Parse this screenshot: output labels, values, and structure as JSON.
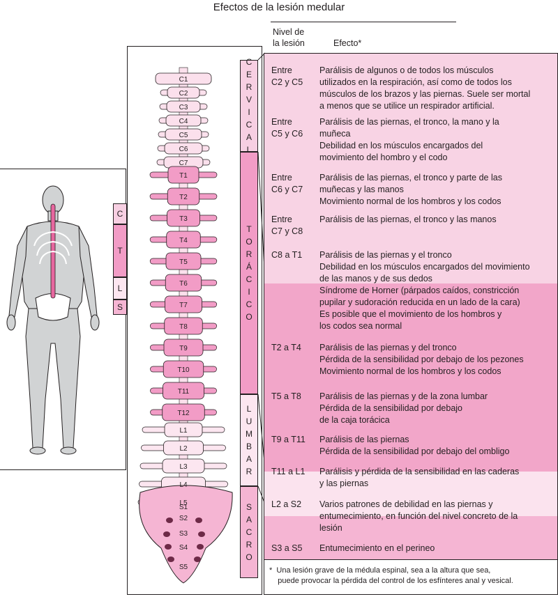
{
  "title": "Efectos de la lesión medular",
  "header": {
    "level": "Nivel de\nla lesión",
    "effect": "Efecto*"
  },
  "colors": {
    "cervical": "#f7cfe2",
    "thoracic": "#f29cc6",
    "lumbar": "#fce6f0",
    "sacral": "#f5b5d3",
    "band_light": "#f8d3e4",
    "band_dark": "#f2a6c9",
    "band_pale": "#fbe3ee",
    "outline": "#231f20"
  },
  "regions": [
    {
      "id": "cervical",
      "letters": [
        "C",
        "E",
        "R",
        "V",
        "I",
        "C",
        "A",
        "L"
      ]
    },
    {
      "id": "thoracic",
      "letters": [
        "T",
        "O",
        "R",
        "Á",
        "C",
        "I",
        "C",
        "O"
      ]
    },
    {
      "id": "lumbar",
      "letters": [
        "L",
        "U",
        "M",
        "B",
        "A",
        "R"
      ]
    },
    {
      "id": "sacral",
      "letters": [
        "S",
        "A",
        "C",
        "R",
        "O"
      ]
    }
  ],
  "small_regions": [
    "C",
    "T",
    "L",
    "S"
  ],
  "vertebra_labels": [
    "C1",
    "C2",
    "C3",
    "C4",
    "C5",
    "C6",
    "C7",
    "T1",
    "T2",
    "T3",
    "T4",
    "T5",
    "T6",
    "T7",
    "T8",
    "T9",
    "T10",
    "T11",
    "T12",
    "L1",
    "L2",
    "L3",
    "L4",
    "L5",
    "S1",
    "S2",
    "S3",
    "S4",
    "S5"
  ],
  "rows": [
    {
      "level": [
        "Entre",
        "C2 y C5"
      ],
      "effect": [
        "Parálisis de algunos o de todos los músculos",
        "utilizados en la respiración, así como de todos los",
        "músculos de los brazos y las piernas. Suele ser mortal",
        "a menos que se utilice un respirador artificial."
      ]
    },
    {
      "level": [
        "Entre",
        "C5 y C6"
      ],
      "effect": [
        "Parálisis de las piernas, el tronco, la mano y la",
        "muñeca",
        "Debilidad en los músculos encargados del",
        "movimiento del hombro y el codo"
      ]
    },
    {
      "level": [
        "Entre",
        "C6 y C7"
      ],
      "effect": [
        "Parálisis de las piernas, el tronco y parte de las",
        "muñecas y las manos",
        "Movimiento normal de los hombros y los codos"
      ]
    },
    {
      "level": [
        "Entre",
        "C7 y C8"
      ],
      "effect": [
        "Parálisis de las piernas, el tronco y las manos"
      ]
    },
    {
      "level": [
        "C8 a T1"
      ],
      "effect": [
        "Parálisis de las piernas y el tronco",
        "Debilidad en los músculos encargados del movimiento",
        "de las manos y de sus dedos",
        "Síndrome de Horner (párpados caídos, constricción",
        "pupilar y sudoración reducida en un lado de la cara)",
        "Es posible que el movimiento de los hombros y",
        "los codos sea normal"
      ]
    },
    {
      "level": [
        "T2 a T4"
      ],
      "effect": [
        "Parálisis de las piernas y del tronco",
        "Pérdida de la sensibilidad por debajo de los pezones",
        "Movimiento normal de los hombros y los codos"
      ]
    },
    {
      "level": [
        "T5 a T8"
      ],
      "effect": [
        "Parálisis de las piernas y de la zona lumbar",
        "Pérdida de la sensibilidad por debajo",
        "de la caja torácica"
      ]
    },
    {
      "level": [
        "T9 a T11"
      ],
      "effect": [
        "Parálisis de las piernas",
        "Pérdida de la sensibilidad por debajo del ombligo"
      ]
    },
    {
      "level": [
        "T11 a L1"
      ],
      "effect": [
        "Parálisis y pérdida de la sensibilidad en las caderas",
        "y las piernas"
      ]
    },
    {
      "level": [
        "L2 a S2"
      ],
      "effect": [
        "Varios patrones de debilidad en las piernas y",
        "entumecimiento, en función del nivel concreto de la",
        "lesión"
      ]
    },
    {
      "level": [
        "S3 a S5"
      ],
      "effect": [
        "Entumecimiento en el perineo"
      ]
    }
  ],
  "footnote": [
    "*  Una lesión grave de la médula espinal, sea a la altura que sea,",
    "    puede provocar la pérdida del control de los esfínteres anal y vesical."
  ]
}
